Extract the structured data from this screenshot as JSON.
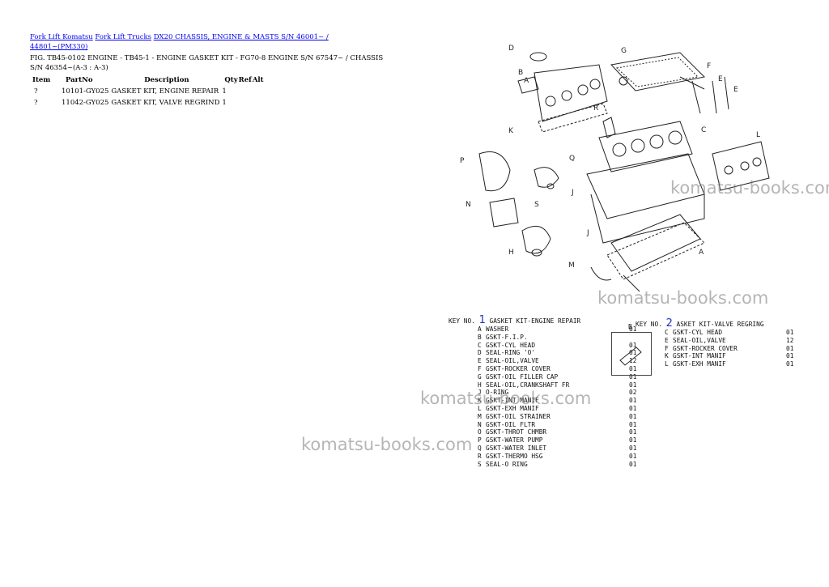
{
  "breadcrumb": {
    "link1": "Fork Lift Komatsu",
    "link2": "Fork Lift Trucks",
    "link3": "DX20 CHASSIS, ENGINE & MASTS S/N 46001~ / 44801~(PM330)"
  },
  "figure_title": "FIG. TB45-0102 ENGINE - TB45-1 - ENGINE GASKET KIT - FG70-8 ENGINE S/N 67547~ / CHASSIS S/N 46354~(A-3 : A-3)",
  "table": {
    "headers": [
      "Item",
      "PartNo",
      "Description",
      "Qty",
      "Ref",
      "Alt"
    ],
    "rows": [
      {
        "item": "?",
        "partno": "10101-GY025",
        "description": "GASKET KIT, ENGINE REPAIR",
        "qty": "1"
      },
      {
        "item": "?",
        "partno": "11042-GY025",
        "description": "GASKET KIT, VALVE REGRIND",
        "qty": "1"
      }
    ]
  },
  "diagram": {
    "callouts": [
      "D",
      "G",
      "F",
      "E",
      "E",
      "B",
      "A",
      "R",
      "K",
      "C",
      "L",
      "P",
      "Q",
      "J",
      "N",
      "S",
      "J",
      "H",
      "M",
      "A"
    ],
    "key1": {
      "prefix": "KEY NO.",
      "number": "1",
      "title": "GASKET KIT-ENGINE REPAIR",
      "items": [
        {
          "letter": "A",
          "name": "WASHER",
          "qty": "01"
        },
        {
          "letter": "B",
          "name": "GSKT-F.I.P.",
          "qty": ""
        },
        {
          "letter": "C",
          "name": "GSKT-CYL HEAD",
          "qty": "01"
        },
        {
          "letter": "D",
          "name": "SEAL-RING 'O'",
          "qty": "01"
        },
        {
          "letter": "E",
          "name": "SEAL-OIL,VALVE",
          "qty": "12"
        },
        {
          "letter": "F",
          "name": "GSKT-ROCKER COVER",
          "qty": "01"
        },
        {
          "letter": "G",
          "name": "GSKT-OIL FILLER CAP",
          "qty": "01"
        },
        {
          "letter": "H",
          "name": "SEAL-OIL,CRANKSHAFT FR",
          "qty": "01"
        },
        {
          "letter": "J",
          "name": "O-RING",
          "qty": "02"
        },
        {
          "letter": "K",
          "name": "GSKT-INT MANIF",
          "qty": "01"
        },
        {
          "letter": "L",
          "name": "GSKT-EXH MANIF",
          "qty": "01"
        },
        {
          "letter": "M",
          "name": "GSKT-OIL STRAINER",
          "qty": "01"
        },
        {
          "letter": "N",
          "name": "GSKT-OIL FLTR",
          "qty": "01"
        },
        {
          "letter": "O",
          "name": "GSKT-THROT CHMBR",
          "qty": "01"
        },
        {
          "letter": "P",
          "name": "GSKT-WATER PUMP",
          "qty": "01"
        },
        {
          "letter": "Q",
          "name": "GSKT-WATER INLET",
          "qty": "01"
        },
        {
          "letter": "R",
          "name": "GSKT-THERMO HSG",
          "qty": "01"
        },
        {
          "letter": "S",
          "name": "SEAL-O RING",
          "qty": "01"
        }
      ]
    },
    "key2": {
      "prefix": "KEY NO.",
      "number": "2",
      "title": "ASKET KIT-VALVE REGRING",
      "inset_label": "B",
      "items": [
        {
          "letter": "C",
          "name": "GSKT-CYL HEAD",
          "qty": "01"
        },
        {
          "letter": "E",
          "name": "SEAL-OIL,VALVE",
          "qty": "12"
        },
        {
          "letter": "F",
          "name": "GSKT-ROCKER COVER",
          "qty": "01"
        },
        {
          "letter": "K",
          "name": "GSKT-INT MANIF",
          "qty": "01"
        },
        {
          "letter": "L",
          "name": "GSKT-EXH MANIF",
          "qty": "01"
        }
      ]
    }
  },
  "watermarks": [
    "komatsu-books.com",
    "komatsu-books.com",
    "komatsu-books.com",
    "komatsu-books.com"
  ]
}
